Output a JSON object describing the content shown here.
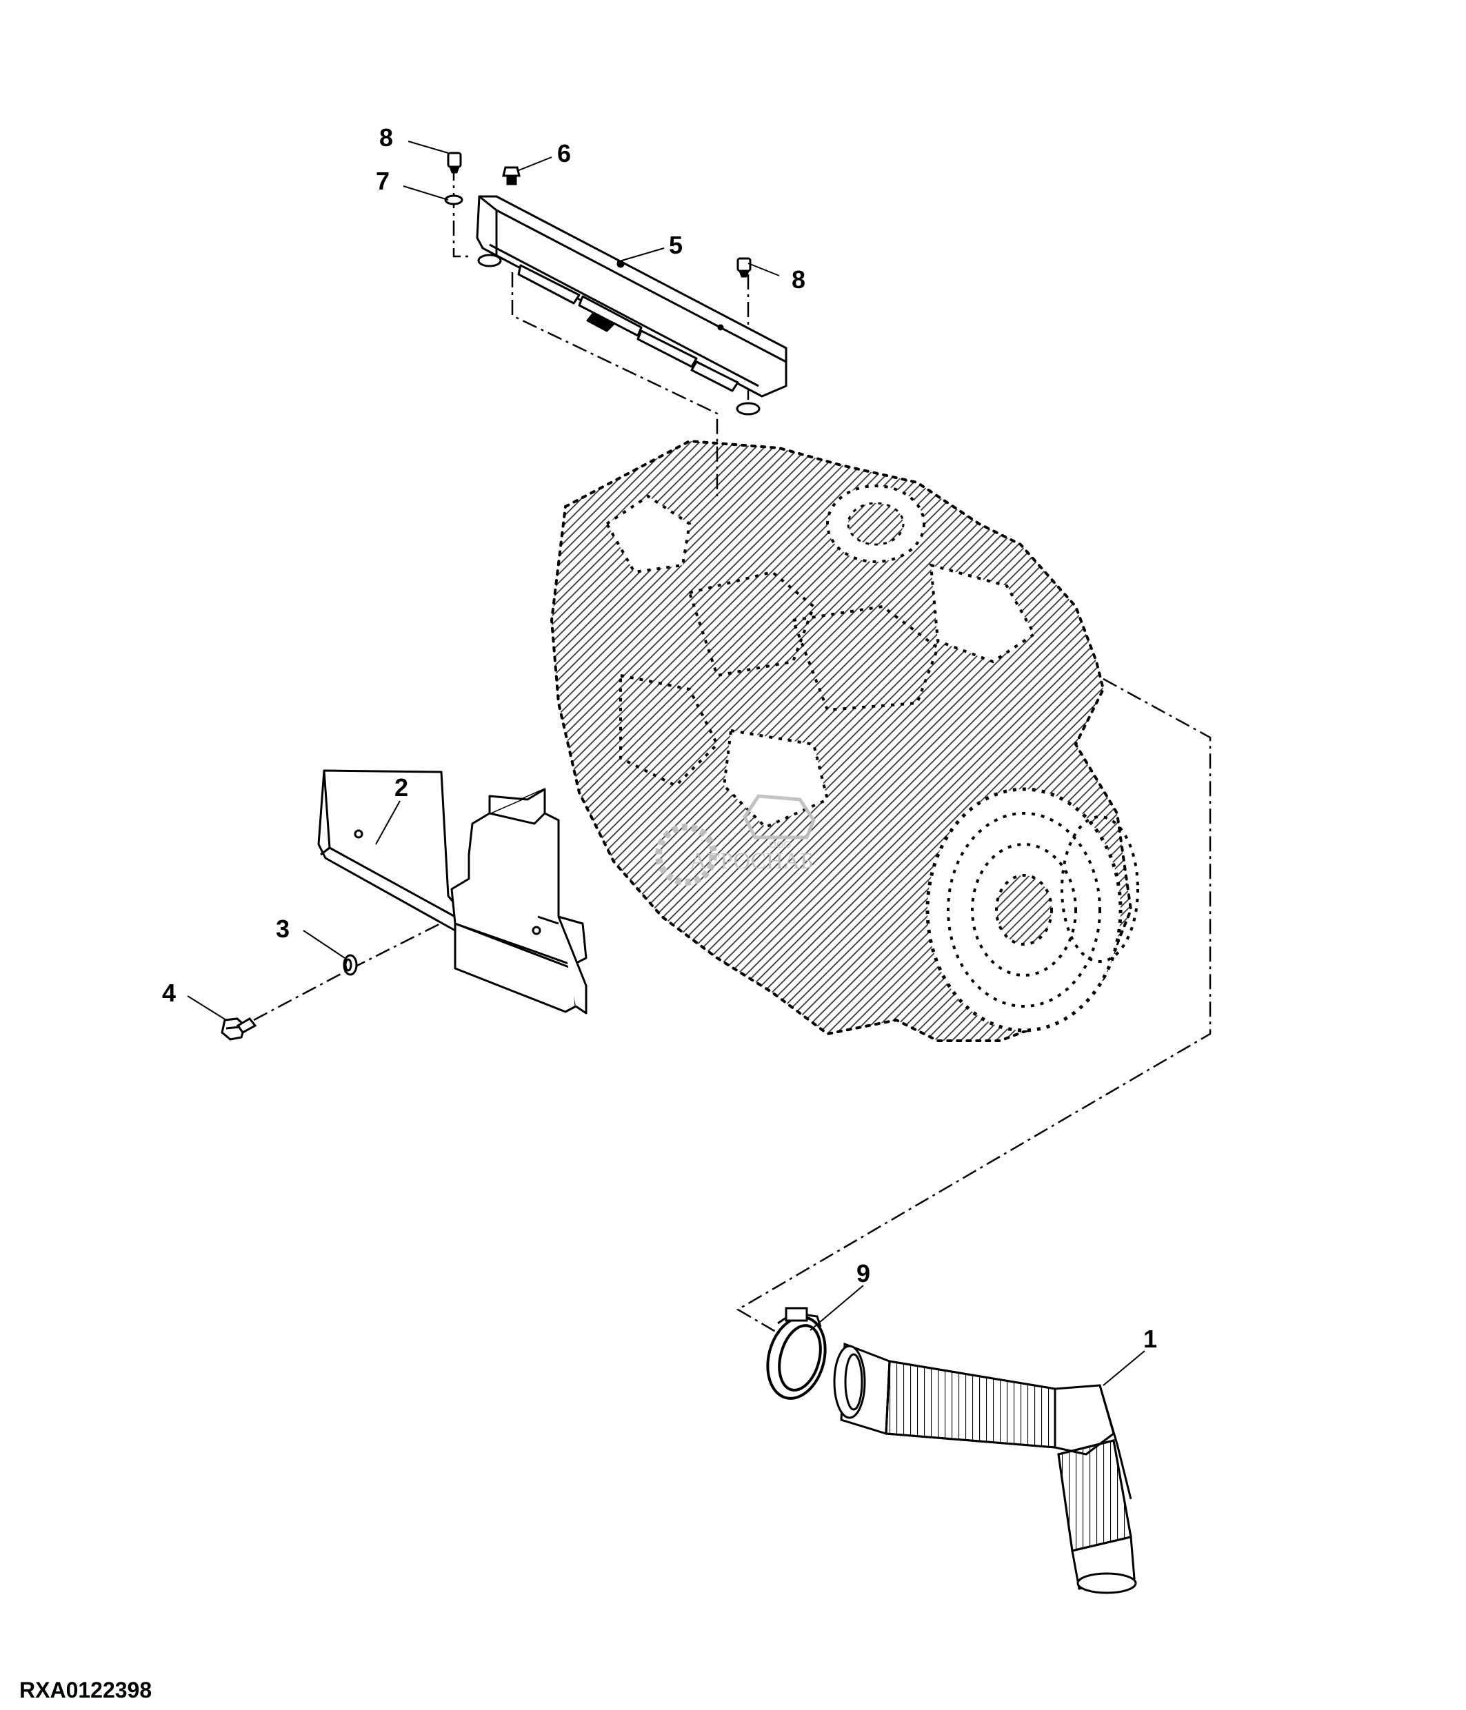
{
  "figure": {
    "figure_id": "RXA0122398"
  },
  "watermark": {
    "prefix": "ООО",
    "name": "АГРОСНАБ"
  },
  "callouts": [
    {
      "id": "c1",
      "label": "1"
    },
    {
      "id": "c2",
      "label": "2"
    },
    {
      "id": "c3",
      "label": "3"
    },
    {
      "id": "c4",
      "label": "4"
    },
    {
      "id": "c5",
      "label": "5"
    },
    {
      "id": "c6",
      "label": "6"
    },
    {
      "id": "c7",
      "label": "7"
    },
    {
      "id": "c8a",
      "label": "8"
    },
    {
      "id": "c8b",
      "label": "8"
    },
    {
      "id": "c9",
      "label": "9"
    }
  ],
  "colors": {
    "line": "#000000",
    "engine_hatch": "#333333",
    "watermark": "#bdbdbd",
    "background": "#ffffff"
  }
}
